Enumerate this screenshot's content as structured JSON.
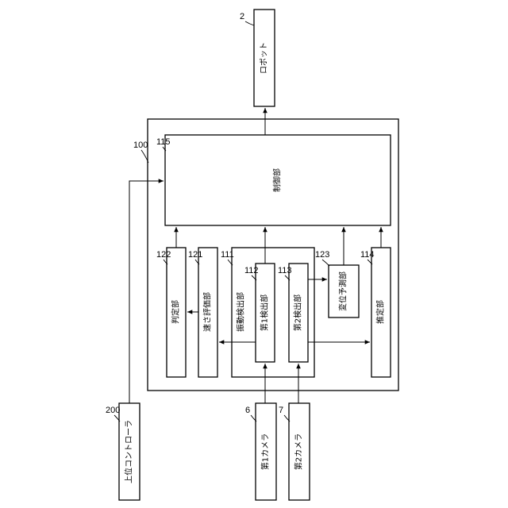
{
  "refs": {
    "robot": "2",
    "camera1": "6",
    "camera2": "7",
    "device": "100",
    "vibration_detector": "111",
    "first_detector": "112",
    "second_detector": "113",
    "estimator": "114",
    "controller": "115",
    "speed_evaluator": "121",
    "judge": "122",
    "displacement_predictor": "123",
    "host_controller": "200"
  },
  "labels": {
    "robot": "ロボット",
    "controller": "制御部",
    "judge": "判定部",
    "speed_evaluator": "速さ評価部",
    "vibration_detector": "振動検出部",
    "first_detector": "第1検出部",
    "second_detector": "第2検出部",
    "displacement_predictor": "変位予測部",
    "estimator": "推定部",
    "host_controller": "上位コントローラ",
    "camera1": "第1カメラ",
    "camera2": "第2カメラ"
  }
}
